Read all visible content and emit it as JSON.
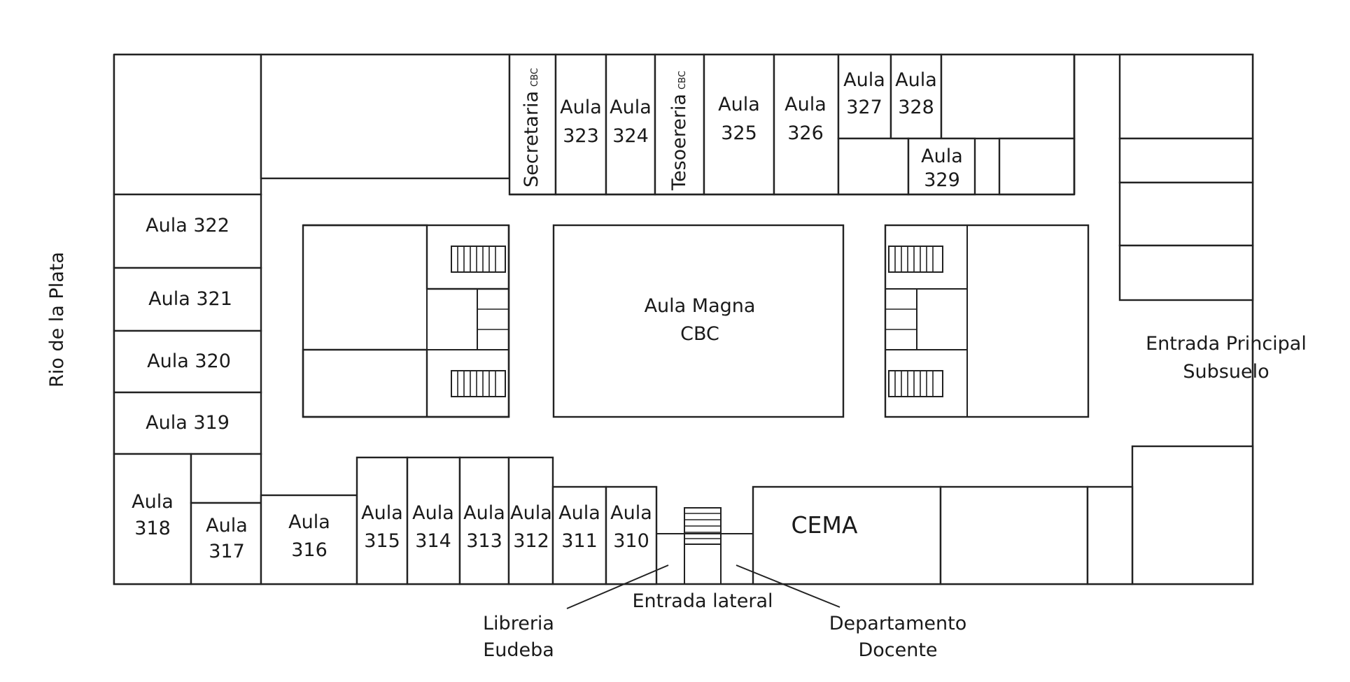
{
  "river_label": "Rio de la Plata",
  "rooms": {
    "aula_322": "Aula 322",
    "aula_321": "Aula 321",
    "aula_320": "Aula 320",
    "aula_319": "Aula 319",
    "aula_318": [
      "Aula",
      "318"
    ],
    "aula_317": [
      "Aula",
      "317"
    ],
    "aula_316": [
      "Aula",
      "316"
    ],
    "aula_315": [
      "Aula",
      "315"
    ],
    "aula_314": [
      "Aula",
      "314"
    ],
    "aula_313": [
      "Aula",
      "313"
    ],
    "aula_312": [
      "Aula",
      "312"
    ],
    "aula_311": [
      "Aula",
      "311"
    ],
    "aula_310": [
      "Aula",
      "310"
    ],
    "aula_323": [
      "Aula",
      "323"
    ],
    "aula_324": [
      "Aula",
      "324"
    ],
    "aula_325": [
      "Aula",
      "325"
    ],
    "aula_326": [
      "Aula",
      "326"
    ],
    "aula_327": [
      "Aula",
      "327"
    ],
    "aula_328": [
      "Aula",
      "328"
    ],
    "aula_329": [
      "Aula",
      "329"
    ],
    "secretaria": "Secretaria",
    "secretaria_tag": "CBC",
    "tesoreria": "Tesoereria",
    "tesoreria_tag": "CBC",
    "aula_magna": [
      "Aula Magna",
      "CBC"
    ],
    "cema": "CEMA"
  },
  "entrances": {
    "principal": [
      "Entrada Principal",
      "Subsuelo"
    ],
    "lateral": "Entrada lateral"
  },
  "callouts": {
    "libreria": [
      "Libreria",
      "Eudeba"
    ],
    "departamento": [
      "Departamento",
      "Docente"
    ]
  }
}
